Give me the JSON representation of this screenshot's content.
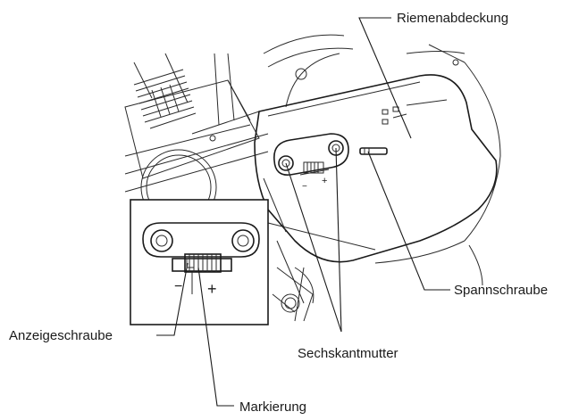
{
  "labels": {
    "belt_cover": "Riemenabdeckung",
    "tension_screw": "Spannschraube",
    "hex_nuts": "Sechskantmutter",
    "indicator_screw": "Anzeigeschraube",
    "marking": "Markierung"
  },
  "symbols": {
    "minus": "−",
    "plus": "+"
  }
}
